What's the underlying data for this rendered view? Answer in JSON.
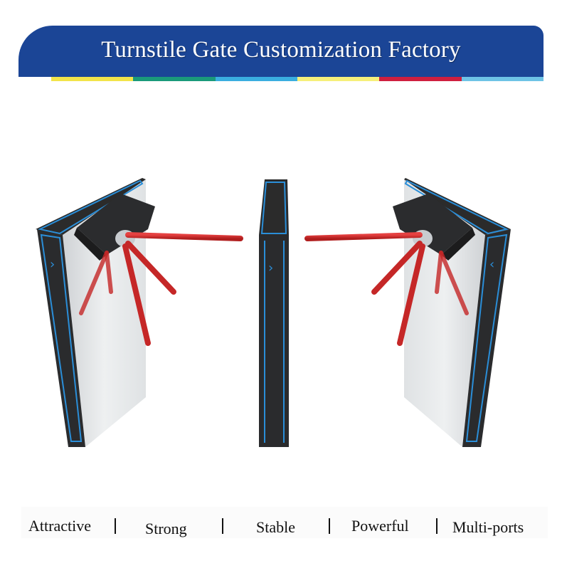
{
  "banner": {
    "title": "Turnstile Gate Customization Factory",
    "bg_color": "#1b4596"
  },
  "stripe_colors": [
    "#f2e44a",
    "#1a9a7a",
    "#3aaee0",
    "#f6ef7a",
    "#cf1f3f",
    "#6ec3e6"
  ],
  "product_image": {
    "name": "tripod-turnstile-gates",
    "arm_color": "#d42a2a",
    "accent_color": "#2a8ed8"
  },
  "features": [
    "Attractive",
    "Strong",
    "Stable",
    "Powerful",
    "Multi-ports"
  ]
}
